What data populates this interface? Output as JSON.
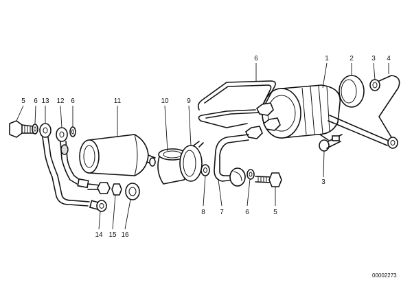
{
  "diagram": {
    "drawing_number": "00002273",
    "callouts": [
      "1",
      "2",
      "3",
      "4",
      "6",
      "5",
      "6",
      "13",
      "12",
      "6",
      "11",
      "10",
      "9",
      "8",
      "7",
      "6",
      "5",
      "3",
      "14",
      "15",
      "16"
    ]
  }
}
